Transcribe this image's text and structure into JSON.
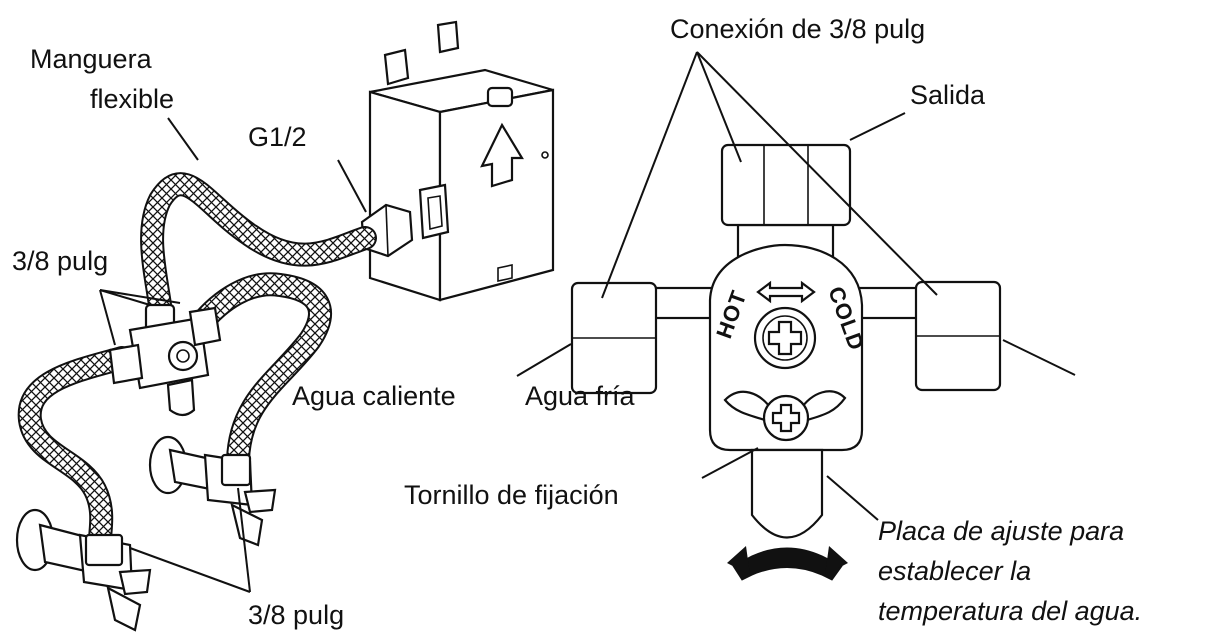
{
  "labels": {
    "manguera_line1": "Manguera",
    "manguera_line2": "flexible",
    "g12": "G1/2",
    "pulg_top": "3/8 pulg",
    "pulg_bottom": "3/8 pulg",
    "conexion": "Conexión de 3/8 pulg",
    "salida": "Salida",
    "agua_caliente": "Agua caliente",
    "agua_fria": "Agua fría",
    "tornillo": "Tornillo de fijación",
    "placa_line1": "Placa de ajuste para",
    "placa_line2": "establecer la",
    "placa_line3": "temperatura del agua."
  },
  "valve_markings": {
    "hot": "HOT",
    "cold": "COLD"
  },
  "icons": [
    "up-arrow-icon",
    "double-arrow-icon",
    "phillips-screw-icon",
    "rotate-arrows-icon"
  ]
}
